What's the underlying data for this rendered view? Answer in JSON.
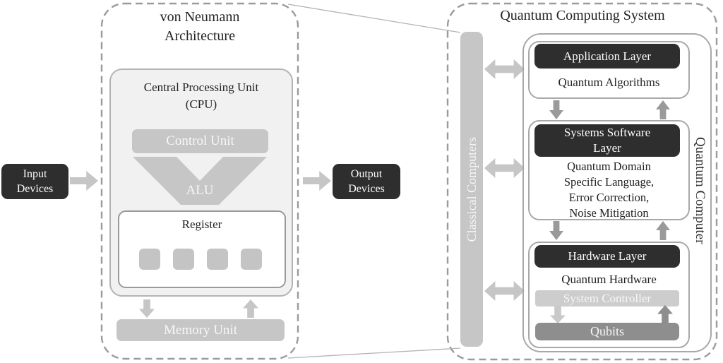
{
  "colors": {
    "dark_box": "#2e2e2e",
    "light_gray": "#c6c6c6",
    "mid_gray_arrow": "#9a9a9a",
    "dark_gray": "#8e8e8e",
    "controller_gray": "#cdcdcd",
    "cpu_fill": "#f1f1f1",
    "border_gray": "#a8a8a8",
    "dash_gray": "#9b9b9b"
  },
  "von_neumann": {
    "title_line1": "von Neumann",
    "title_line2": "Architecture",
    "input_devices": "Input Devices",
    "output_devices": "Output Devices",
    "cpu_title_line1": "Central Processing Unit",
    "cpu_title_line2": "(CPU)",
    "control_unit": "Control Unit",
    "alu": "ALU",
    "register": "Register",
    "memory_unit": "Memory Unit"
  },
  "quantum": {
    "title": "Quantum Computing System",
    "classical_computers": "Classical Computers",
    "quantum_computer": "Quantum Computer",
    "application_layer": {
      "title": "Application Layer",
      "body": "Quantum Algorithms"
    },
    "systems_software_layer": {
      "title_line1": "Systems Software",
      "title_line2": "Layer",
      "body_line1": "Quantum Domain",
      "body_line2": "Specific Language,",
      "body_line3": "Error Correction,",
      "body_line4": "Noise Mitigation"
    },
    "hardware_layer": {
      "title": "Hardware Layer",
      "body": "Quantum Hardware",
      "system_controller": "System Controller",
      "qubits": "Qubits"
    }
  }
}
